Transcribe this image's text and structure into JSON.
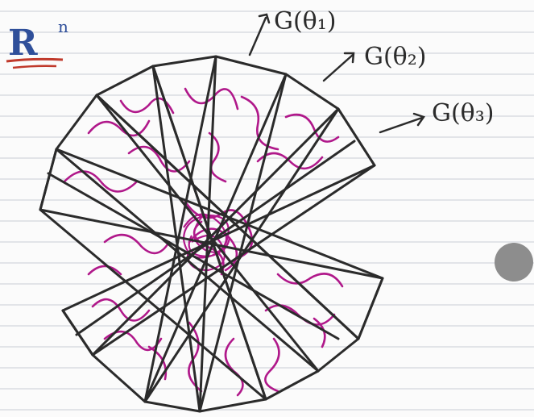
{
  "space_label": "R",
  "space_superscript": "n",
  "labels": [
    {
      "id": "g1",
      "text": "G(θ₁)"
    },
    {
      "id": "g2",
      "text": "G(θ₂)"
    },
    {
      "id": "g3",
      "text": "G(θ₃)"
    }
  ],
  "colors": {
    "ink": "#2b2b2b",
    "magenta": "#b0188a",
    "ruled_line": "#c9cdd6",
    "blue_ink": "#2f4f9a",
    "red_underline": "#c0392b",
    "dot": "#8d8d8d"
  }
}
